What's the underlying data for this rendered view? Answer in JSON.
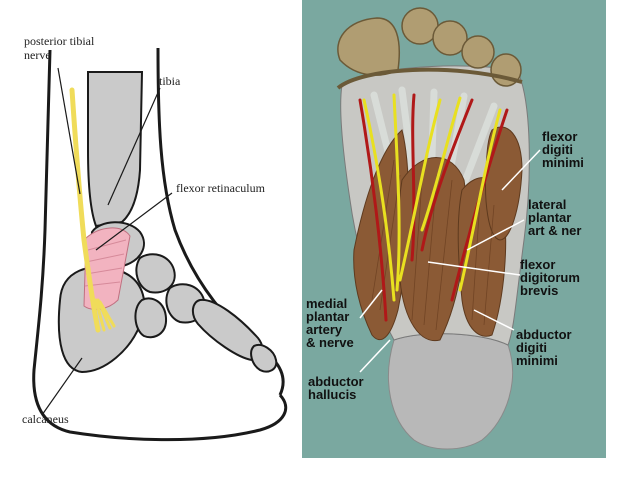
{
  "left_diagram": {
    "labels": {
      "posterior_tibial_nerve": [
        "posterior tibial",
        "nerve"
      ],
      "tibia": "tibia",
      "flexor_retinaculum": "flexor retinaculum",
      "calcaneus": "calcaneus"
    },
    "colors": {
      "bone": "#cacaca",
      "nerve": "#f0dc5a",
      "retinaculum": "#f2b3c0",
      "outline": "#1a1a1a"
    }
  },
  "right_illustration": {
    "labels": {
      "flexor_digiti_minimi": [
        "flexor",
        "digiti",
        "minimi"
      ],
      "lateral_plantar": [
        "lateral",
        "plantar",
        "art & ner"
      ],
      "flexor_digitorum_brevis": [
        "flexor",
        "digitorum",
        "brevis"
      ],
      "medial_plantar": [
        "medial",
        "plantar",
        "artery",
        "& nerve"
      ],
      "abductor_digiti_minimi": [
        "abductor",
        "digiti",
        "minimi"
      ],
      "abductor_hallucis": [
        "abductor",
        "hallucis"
      ]
    },
    "colors": {
      "background": "#7aa8a0",
      "muscle": "#8b5a35",
      "nerve": "#e8e020",
      "artery": "#b01818",
      "tendon": "#d8dcd8",
      "heel": "#b8b8b8",
      "toes": "#b09d72"
    }
  }
}
